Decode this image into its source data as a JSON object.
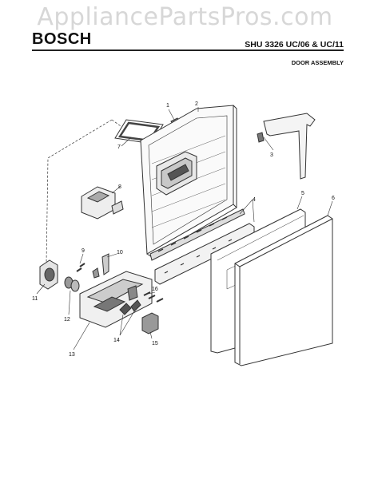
{
  "watermark": "AppliancePartsPros.com",
  "header": {
    "brand": "BOSCH",
    "model": "SHU 3326 UC/06 & UC/11",
    "title": "DOOR ASSEMBLY"
  },
  "callouts": [
    "1",
    "2",
    "3",
    "4",
    "5",
    "6",
    "7",
    "8",
    "9",
    "10",
    "11",
    "12",
    "13",
    "14",
    "15",
    "16"
  ]
}
